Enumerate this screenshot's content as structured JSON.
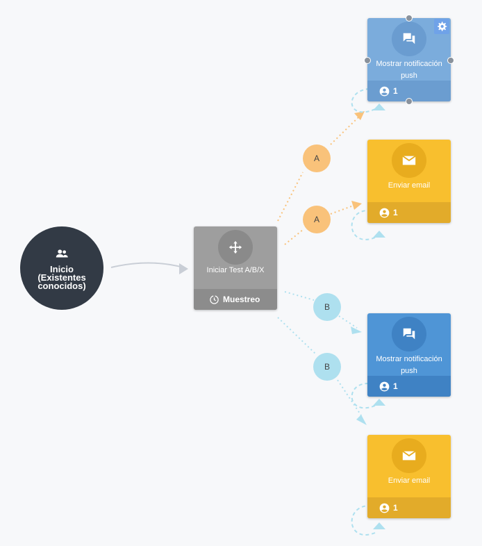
{
  "start_node": {
    "label": "Inicio (Existentes conocidos)",
    "icon": "people-icon"
  },
  "split_node": {
    "title": "Iniciar Test A/B/X",
    "footer": "Muestreo",
    "icon": "move-arrows-icon",
    "footer_icon": "clock-icon"
  },
  "branches": {
    "a1": "A",
    "a2": "A",
    "b1": "B",
    "b2": "B",
    "a_color": "#f9c27a",
    "b_color": "#aee0ef"
  },
  "actions": {
    "push_1": {
      "title": "Mostrar notificación push",
      "count": "1",
      "icon": "chat-bubbles-icon"
    },
    "email_1": {
      "title": "Enviar email",
      "count": "1",
      "icon": "envelope-icon"
    },
    "push_2": {
      "title": "Mostrar notificación push",
      "count": "1",
      "icon": "chat-bubbles-icon"
    },
    "email_2": {
      "title": "Enviar email",
      "count": "1",
      "icon": "envelope-icon"
    }
  },
  "colors": {
    "push_selected": "#7bacdc",
    "push": "#4f95d6",
    "email": "#f8bf2e",
    "split": "#9e9e9e",
    "start": "#323a45"
  }
}
